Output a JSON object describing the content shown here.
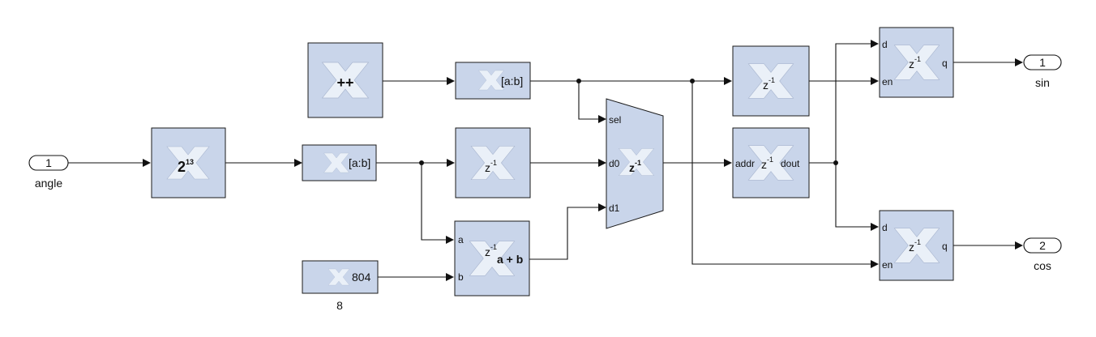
{
  "ports": {
    "angle": {
      "number": "1",
      "name": "angle"
    },
    "sin": {
      "number": "1",
      "name": "sin"
    },
    "cos": {
      "number": "2",
      "name": "cos"
    }
  },
  "blocks": {
    "pow": {
      "base": "2",
      "exp": "13"
    },
    "counter": {
      "label": "++"
    },
    "slice1": {
      "label": "[a:b]"
    },
    "slice2": {
      "label": "[a:b]"
    },
    "delay": {
      "z": "z",
      "exp": "-1"
    },
    "constant": {
      "value": "804",
      "caption": "8"
    },
    "addsub": {
      "a": "a",
      "b": "b",
      "z": "z",
      "exp": "-1",
      "op": "a + b"
    },
    "mux": {
      "sel": "sel",
      "d0": "d0",
      "d1": "d1",
      "z": "z",
      "exp": "-1"
    },
    "delay_top": {
      "z": "z",
      "exp": "-1"
    },
    "rom": {
      "addr": "addr",
      "z": "z",
      "exp": "-1",
      "dout": "dout"
    },
    "reg_sin": {
      "d": "d",
      "en": "en",
      "q": "q",
      "z": "z",
      "exp": "-1"
    },
    "reg_cos": {
      "d": "d",
      "en": "en",
      "q": "q",
      "z": "z",
      "exp": "-1"
    }
  }
}
